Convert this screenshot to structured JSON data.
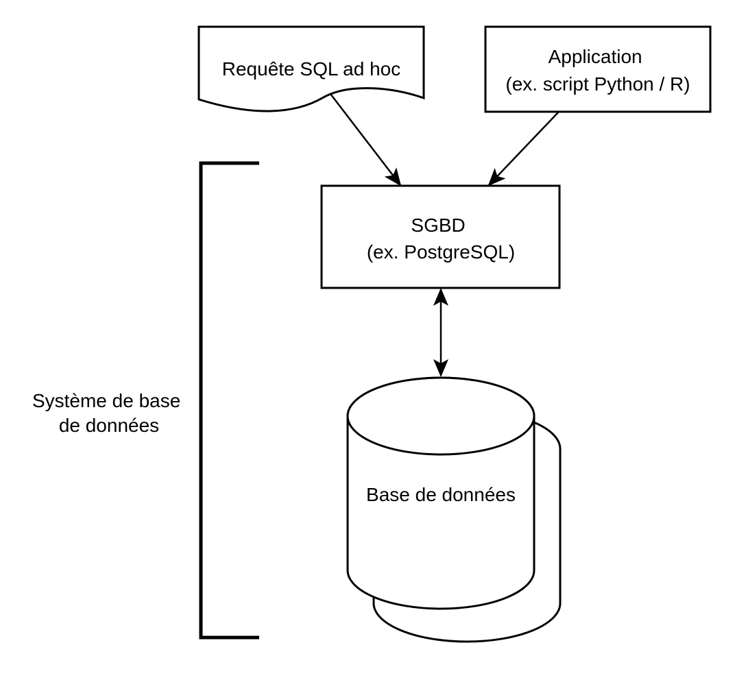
{
  "diagram": {
    "nodes": {
      "adhoc_query": {
        "shape": "document",
        "lines": [
          "Requête SQL ad hoc"
        ]
      },
      "application": {
        "shape": "rectangle",
        "lines": [
          "Application",
          "(ex. script Python / R)"
        ]
      },
      "dbms": {
        "shape": "rectangle",
        "lines": [
          "SGBD",
          "(ex. PostgreSQL)"
        ]
      },
      "database": {
        "shape": "stacked-cylinders",
        "lines": [
          "Base de données"
        ]
      }
    },
    "edges": [
      {
        "from": "adhoc_query",
        "to": "dbms",
        "direction": "forward"
      },
      {
        "from": "application",
        "to": "dbms",
        "direction": "forward"
      },
      {
        "from": "dbms",
        "to": "database",
        "direction": "both"
      }
    ],
    "group": {
      "label_lines": [
        "Système de base",
        "de données"
      ],
      "members": [
        "dbms",
        "database"
      ]
    }
  },
  "colors": {
    "stroke": "#000000",
    "fill": "#ffffff",
    "text": "#000000"
  }
}
